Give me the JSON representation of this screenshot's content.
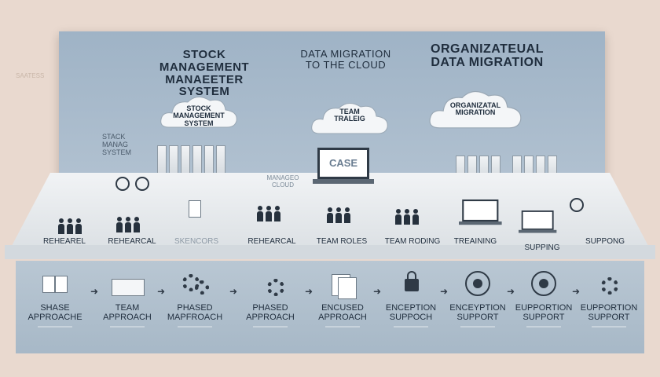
{
  "titles": {
    "stock": "STOCK\nMANAGEMENT\nMANAEETER SYSTEM",
    "migration": "DATA MIGRATION\nTO THE CLOUD",
    "org": "ORGANIZATEUAL\nDATA MIGRATION"
  },
  "clouds": {
    "stock": "STOCK\nMANAGEMENT\nSYSTEM",
    "team": "TEAM\nTRALEIG",
    "org": "ORGANIZATAL\nMIGRATION"
  },
  "side_label": "STACK\nMANAG\nSYSTEM",
  "corner_mark": "SAATESS",
  "laptop_text": "CASE",
  "cloud_small": "MANAGEO\nCLOUD",
  "desk_labels": [
    "REHEAREL",
    "REHEARCAL",
    "SKENCORS",
    "REHEARCAL",
    "TEAM ROLES",
    "TEAM RODING",
    "TREAINING",
    "SUPPING",
    "SUPPONG"
  ],
  "steps": [
    {
      "label": "SHASE\nAPPROACHE",
      "icon": "document-icon"
    },
    {
      "label": "TEAM\nAPPROACH",
      "icon": "monitor-icon"
    },
    {
      "label": "PHASED\nMAPFROACH",
      "icon": "gears-icon"
    },
    {
      "label": "PHASED\nAPPROACH",
      "icon": "gears-icon"
    },
    {
      "label": "ENCUSED\nAPPROACH",
      "icon": "documents-icon"
    },
    {
      "label": "ENCEPTION\nSUPPOCH",
      "icon": "lock-icon"
    },
    {
      "label": "ENCEYPTION\nSUPPORT",
      "icon": "target-icon"
    },
    {
      "label": "EUPPORTION\nSUPPORT",
      "icon": "target-icon"
    },
    {
      "label": "EUPPORTION\nSUPPORT",
      "icon": "gears-icon"
    }
  ],
  "colors": {
    "board": "#a9bbcc",
    "background": "#e9d9cf",
    "desk": "#eef1f3",
    "ink": "#1f2d3d"
  }
}
